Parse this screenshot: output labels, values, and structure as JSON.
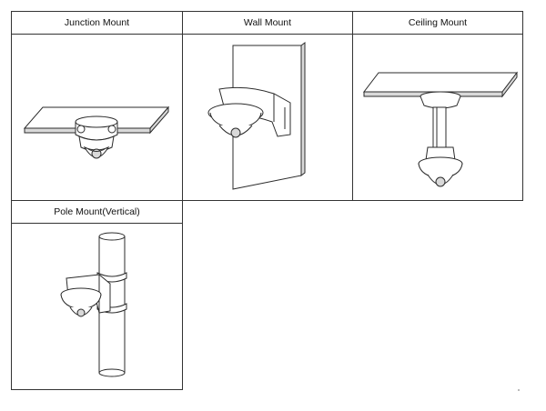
{
  "panels": [
    {
      "title": "Junction Mount",
      "illustration": "junction-mount-illustration"
    },
    {
      "title": "Wall Mount",
      "illustration": "wall-mount-illustration"
    },
    {
      "title": "Ceiling Mount",
      "illustration": "ceiling-mount-illustration"
    },
    {
      "title": "Pole Mount(Vertical)",
      "illustration": "pole-mount-illustration"
    }
  ]
}
